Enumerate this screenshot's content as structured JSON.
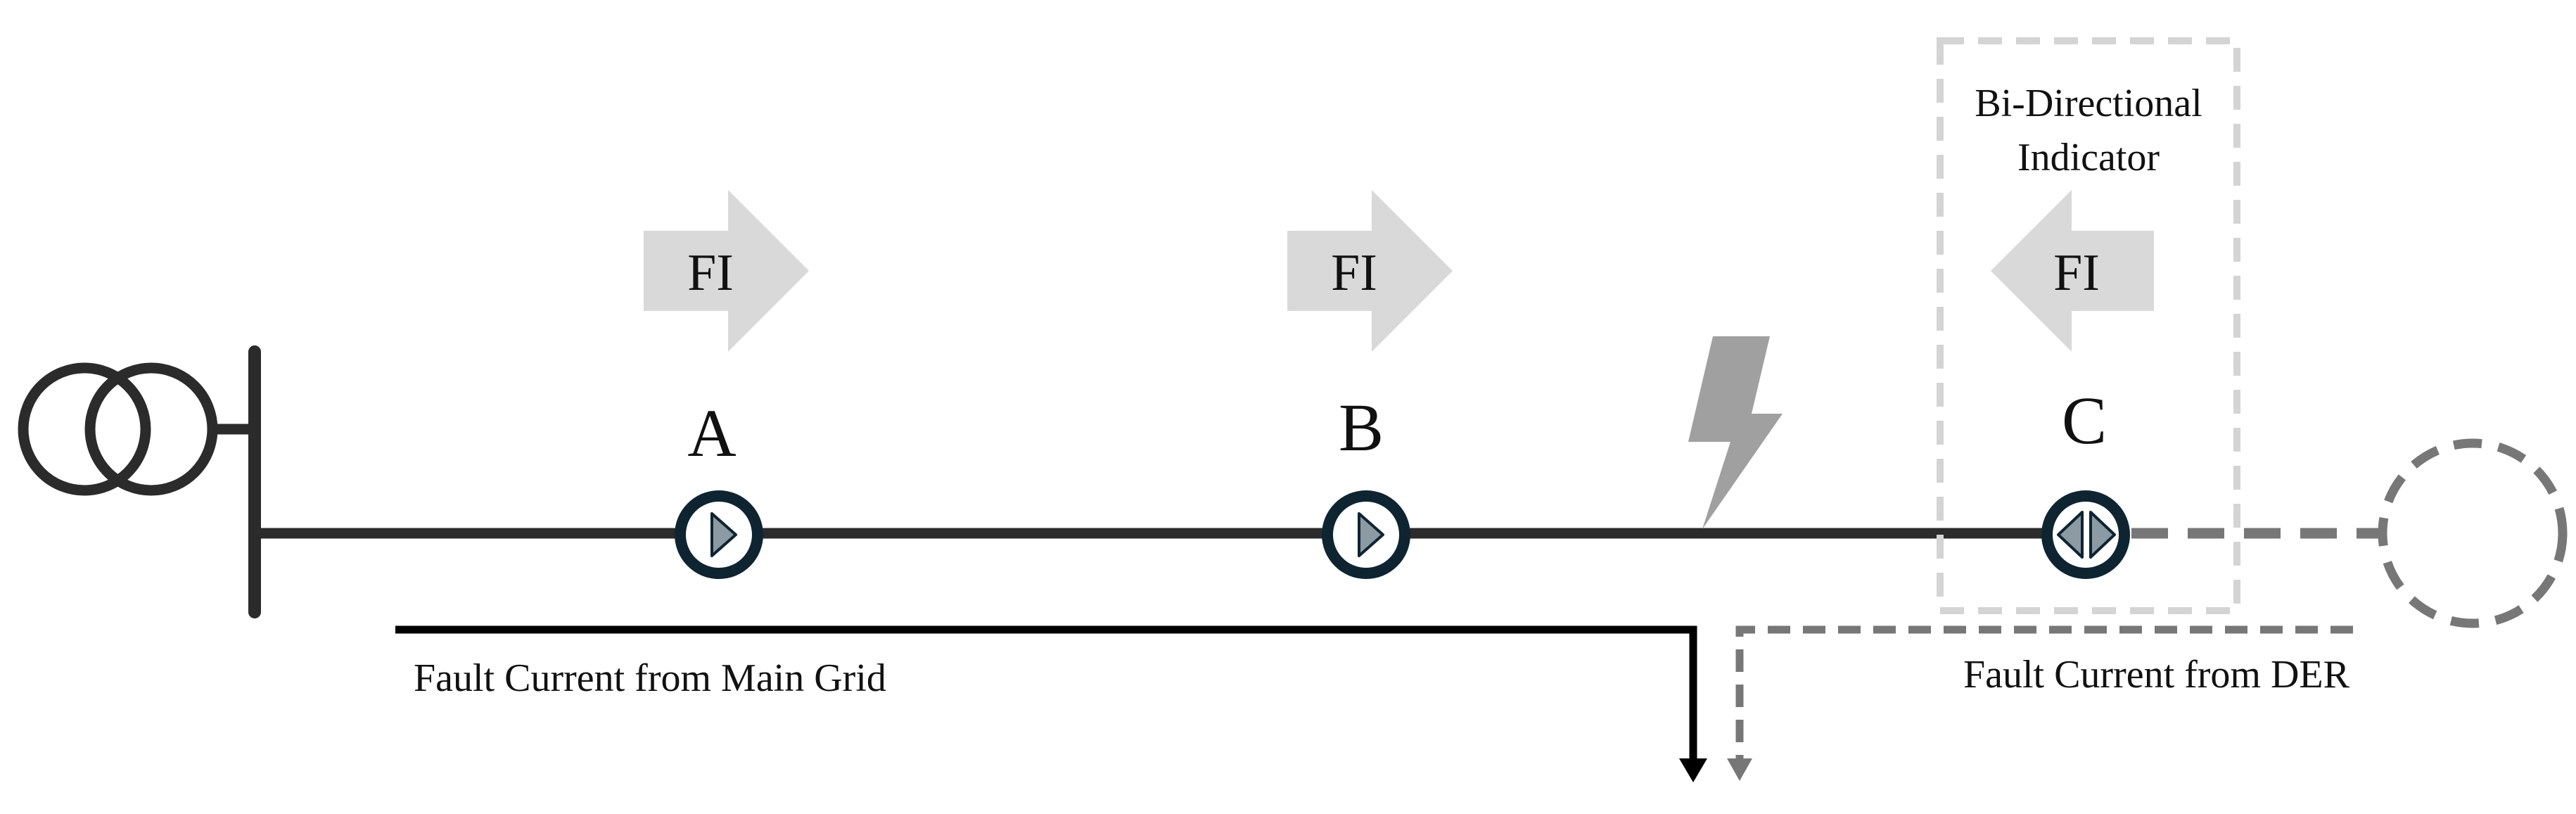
{
  "fault_indicators": [
    {
      "label": "A",
      "arrow_text": "FI",
      "arrow_direction": "right",
      "indicator_type": "directional"
    },
    {
      "label": "B",
      "arrow_text": "FI",
      "arrow_direction": "right",
      "indicator_type": "directional"
    },
    {
      "label": "C",
      "arrow_text": "FI",
      "arrow_direction": "left",
      "indicator_type": "bi-directional"
    }
  ],
  "bi_directional_box": {
    "line1": "Bi-Directional",
    "line2": "Indicator"
  },
  "captions": {
    "main_grid": "Fault Current from Main Grid",
    "der": "Fault Current from DER"
  },
  "colors": {
    "line": "#2b2b2b",
    "fi_arrow": "#d9d9d9",
    "lightning": "#a0a0a0",
    "dashed": "#777777",
    "box_border": "#d4d4d4",
    "indicator_ring": "#0f2431",
    "indicator_triangle": "#8b9aa3"
  }
}
